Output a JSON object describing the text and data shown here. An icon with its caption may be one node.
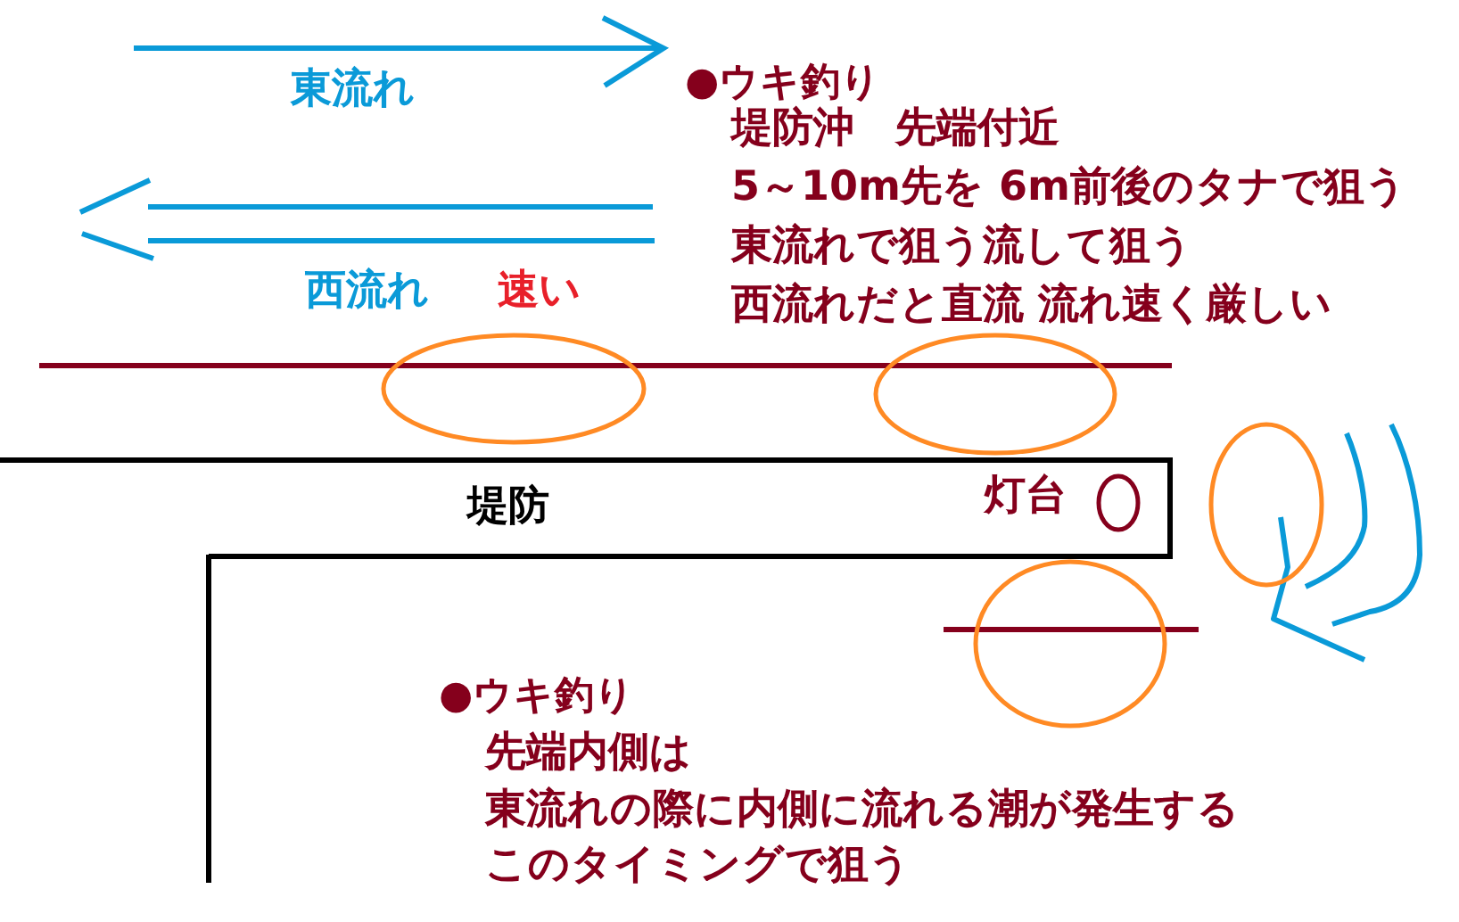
{
  "diagram": {
    "nodes": [
      {
        "text": [
          "堤防",
          "灯台"
        ]
      },
      {
        "text": [],
        "shape": "circle"
      },
      {
        "text": [],
        "shape": "circle"
      },
      {
        "text": [],
        "shape": "circle"
      },
      {
        "text": [],
        "shape": "circle"
      }
    ],
    "labels": [
      "東流れ",
      "西流れ",
      "速い",
      "●ウキ釣り",
      "堤防沖　先端付近",
      "5～10m先を 6m前後のタナで狙う",
      "東流れで狙う流して狙う",
      "西流れだと直流 流れ速く厳しい",
      "●ウキ釣り",
      "先端内側は",
      "東流れの際に内側に流れる潮が発生する",
      "このタイミングで狙う"
    ]
  }
}
